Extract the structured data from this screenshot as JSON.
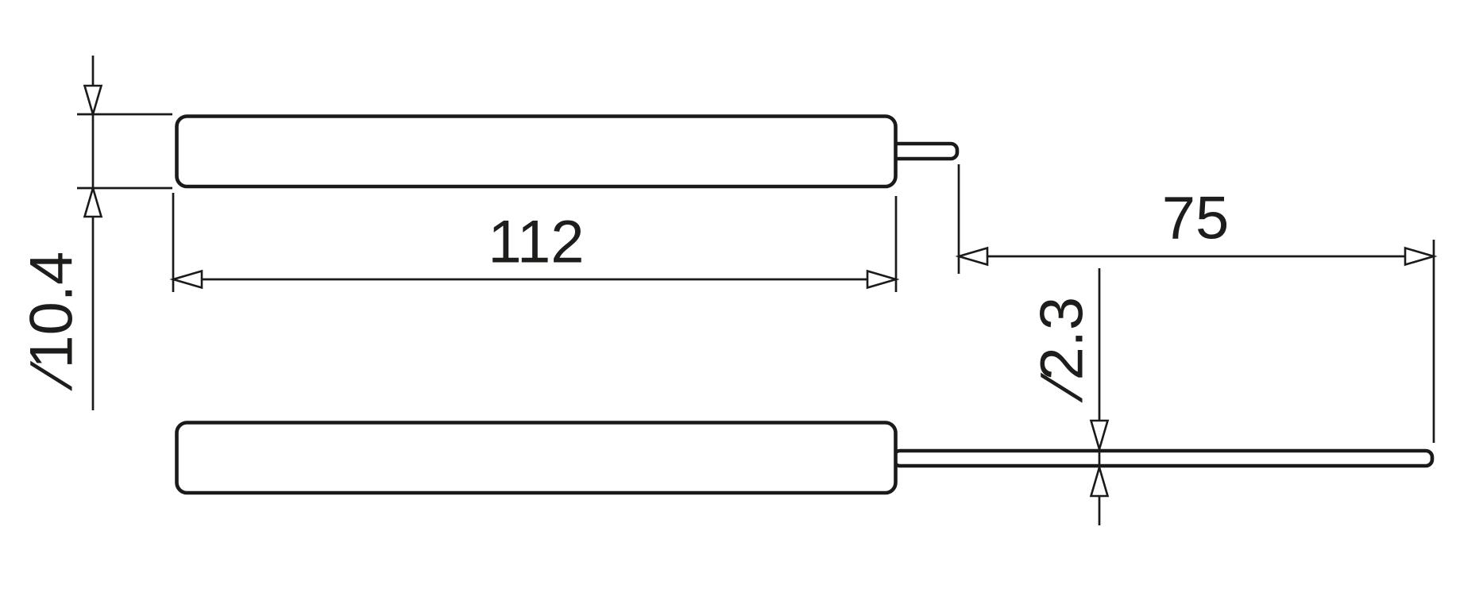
{
  "colors": {
    "line": "#1a1a1a",
    "text": "#1d1d1b",
    "background": "#ffffff"
  },
  "dimensions": {
    "body_length": "112",
    "lead_length": "75",
    "body_diameter": "∕10.4",
    "lead_diameter": "∕2.3"
  }
}
